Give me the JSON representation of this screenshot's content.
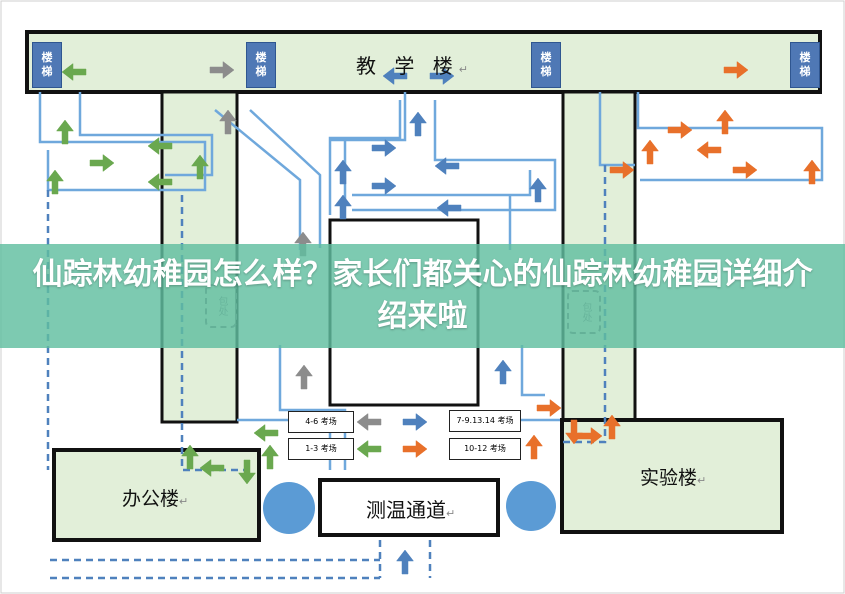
{
  "buildings": {
    "teaching": "教 学 楼",
    "office": "办公楼",
    "lab": "实验楼",
    "temp_check": "测温通道",
    "return_mark": "↵"
  },
  "stairs": {
    "label": "楼梯"
  },
  "rooms": {
    "r1": "4-6 考场",
    "r2": "1-3 考场",
    "r3": "7-9.13.14 考场",
    "r4": "10-12 考场"
  },
  "bags": {
    "left": "包处",
    "right": "包处"
  },
  "banner": {
    "title": "仙踪林幼稚园怎么样？家长们都关心的仙踪林幼稚园详细介绍来啦"
  },
  "colors": {
    "green_arrow": "#6aa84f",
    "blue_arrow": "#4f81bd",
    "orange_arrow": "#e8702a",
    "gray_arrow": "#8c8c8c",
    "path_line": "#6fa8dc",
    "corridor_fill": "#e2efd9",
    "banner": "#5fbe9f"
  }
}
